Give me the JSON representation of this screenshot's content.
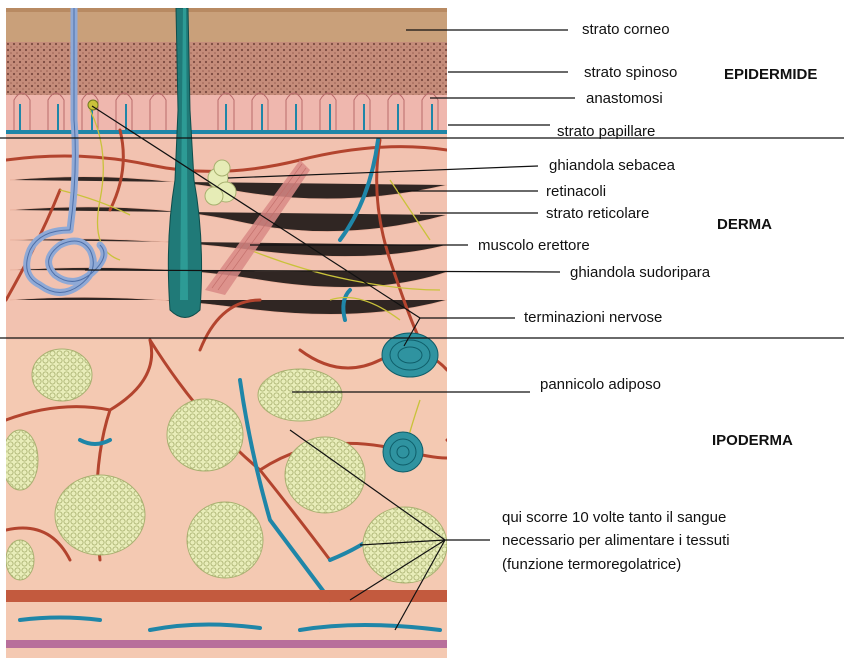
{
  "labels": {
    "strato_corneo": "strato corneo",
    "strato_spinoso": "strato spinoso",
    "anastomosi": "anastomosi",
    "strato_papillare": "strato papillare",
    "ghiandola_sebacea": "ghiandola sebacea",
    "retinacoli": "retinacoli",
    "strato_reticolare": "strato reticolare",
    "muscolo_erettore": "muscolo erettore",
    "ghiandola_sudoripara": "ghiandola sudoripara",
    "terminazioni_nervose": "terminazioni nervose",
    "pannicolo_adiposo": "pannicolo adiposo",
    "note_line1": "qui scorre 10 volte tanto il sangue",
    "note_line2": "necessario per alimentare i tessuti",
    "note_line3": "(funzione termoregolatrice)"
  },
  "sections": {
    "epidermide": "EPIDERMIDE",
    "derma": "DERMA",
    "ipoderma": "IPODERMA"
  },
  "colors": {
    "corneum": "#c9a07a",
    "spinosum": "#c89a86",
    "dermis": "#f2c2b0",
    "hypodermis": "#f4c9b2",
    "fat": "#e6ecb6",
    "artery": "#b3442e",
    "vein": "#1f86a8",
    "nerve": "#c9c23a",
    "sweat_gland": "#8fa9d6"
  }
}
